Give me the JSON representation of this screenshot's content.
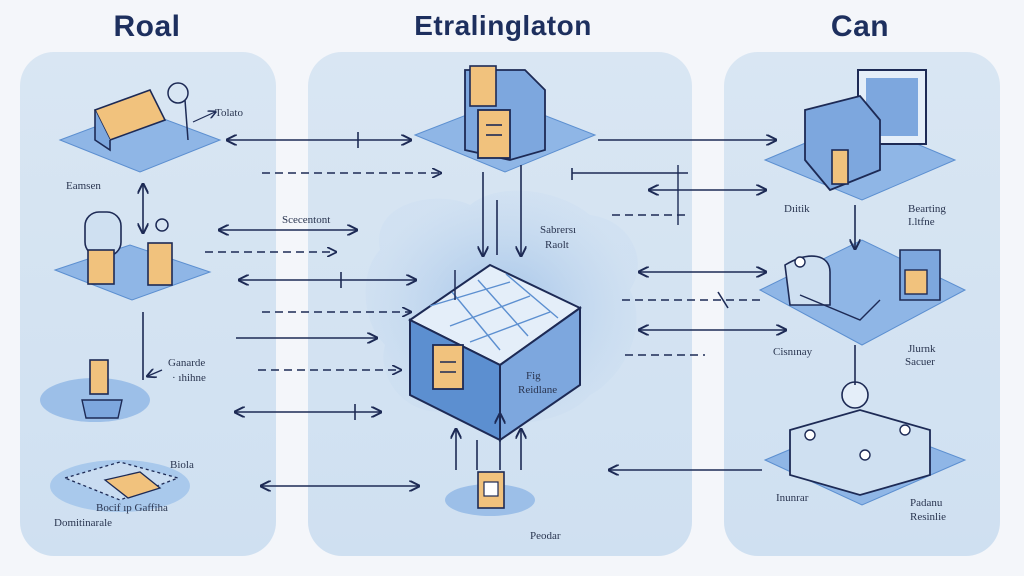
{
  "columns": {
    "left": {
      "title": "Roal"
    },
    "middle": {
      "title": "Etralinglaton"
    },
    "right": {
      "title": "Can"
    }
  },
  "labels": {
    "left_top_tag": "Tolato",
    "left_top": "Eamsen",
    "left_mid_arrow": "Scecentont",
    "left_garden_1": "Ganarde",
    "left_garden_2": "· ıhihne",
    "left_bottom_1": "Biola",
    "left_bottom_2": "Bocif ıp Gaffiha",
    "left_bottom_3": "Domitinarale",
    "mid_top_1": "Sabrersı",
    "mid_top_2": "Raolt",
    "mid_center_1": "Fig",
    "mid_center_2": "Reidlane",
    "mid_bottom": "Peodar",
    "right_top_1": "Dıitik",
    "right_top_2": "Bearting",
    "right_top_3": "I.ltfne",
    "right_mid_1": "Cisnınay",
    "right_mid_2": "Jlurnk",
    "right_mid_3": "Sacuer",
    "right_bottom_1": "Inunrar",
    "right_bottom_2": "Padanu",
    "right_bottom_3": "Resinlie"
  },
  "colors": {
    "panel": "#d3e3f2",
    "platform": "#8fb6e6",
    "platform_dark": "#5c8fd0",
    "stroke": "#1d2a55",
    "accent_orange": "#f1c27d",
    "title": "#1d2f5e"
  }
}
